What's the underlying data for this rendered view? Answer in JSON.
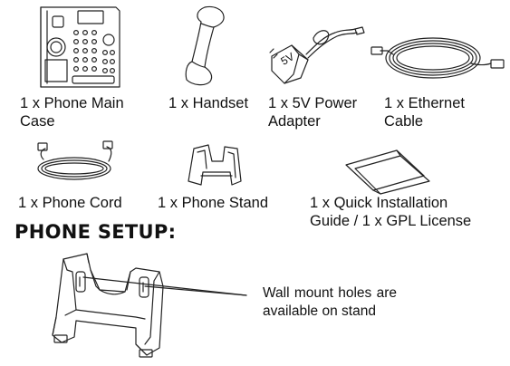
{
  "contents": {
    "items": [
      {
        "label": "1 x Phone Main Case",
        "icon": "phone-main-case-icon"
      },
      {
        "label": "1 x Handset",
        "icon": "handset-icon"
      },
      {
        "label": "1 x 5V Power Adapter",
        "icon": "power-adapter-icon"
      },
      {
        "label": "1 x Ethernet Cable",
        "icon": "ethernet-cable-icon"
      },
      {
        "label": "1 x Phone Cord",
        "icon": "phone-cord-icon"
      },
      {
        "label": "1 x Phone Stand",
        "icon": "phone-stand-icon"
      },
      {
        "label": "1 x Quick Installation Guide / 1 x GPL License",
        "icon": "guide-license-icon"
      }
    ],
    "adapter_marking": "5V"
  },
  "setup": {
    "title": "PHONE SETUP:",
    "note": "Wall mount holes are available on stand"
  }
}
